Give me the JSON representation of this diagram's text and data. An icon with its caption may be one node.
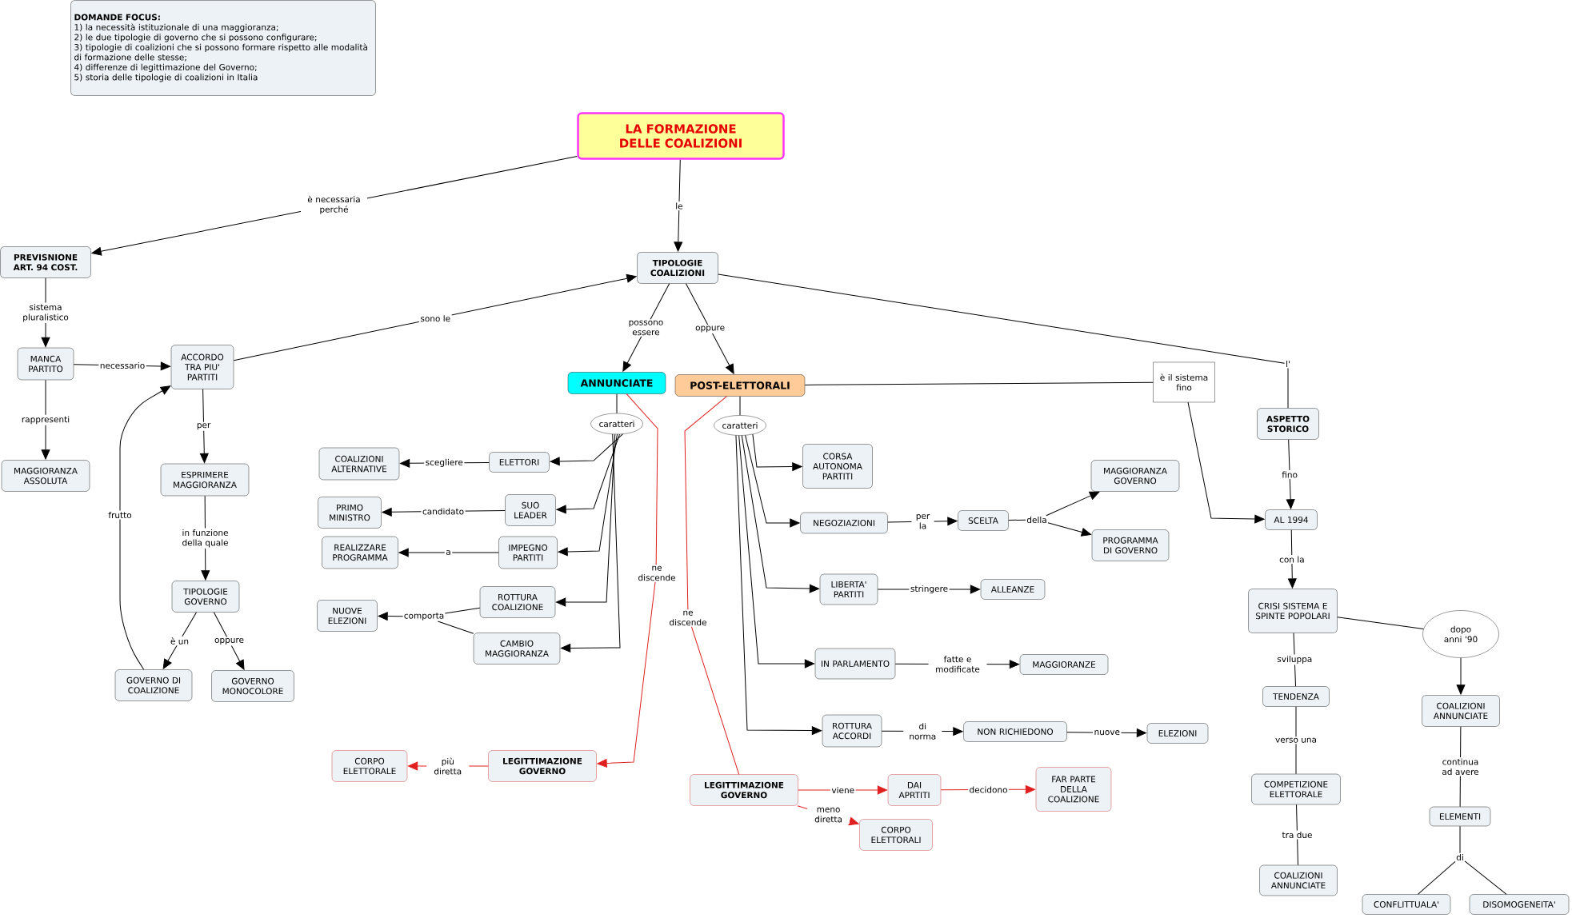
{
  "diagram": {
    "nodes": [
      {
        "text": [
          "DOMANDE FOCUS:",
          "1) la necessità istituzionale di una maggioranza;",
          "2) le due tipologie di governo che si possono configurare;",
          "3) tipologie di coalizioni che si possono formare rispetto alle modalità di formazione delle stesse;",
          "4) differenze di legittimazione del Governo;",
          "5) storia delle tipologie di coalizioni in Italia"
        ]
      },
      {
        "text": [
          "LA FORMAZIONE DELLE COALIZIONI"
        ]
      },
      {
        "text": [
          "PREVISNIONE ART. 94 COST."
        ]
      },
      {
        "text": [
          "TIPOLOGIE COALIZIONI"
        ]
      },
      {
        "text": [
          "MANCA PARTITO"
        ]
      },
      {
        "text": [
          "ACCORDO TRA PIU' PARTITI"
        ]
      },
      {
        "text": [
          "MAGGIORANZA ASSOLUTA"
        ]
      },
      {
        "text": [
          "ESPRIMERE MAGGIORANZA"
        ]
      },
      {
        "text": [
          "TIPOLOGIE GOVERNO"
        ]
      },
      {
        "text": [
          "GOVERNO DI COALIZIONE"
        ]
      },
      {
        "text": [
          "GOVERNO MONOCOLORE"
        ]
      },
      {
        "text": [
          "ANNUNCIATE"
        ]
      },
      {
        "text": [
          "POST-ELETTORALI"
        ]
      },
      {
        "text": [
          "è il sistema fino"
        ]
      },
      {
        "text": [
          "ASPETTO STORICO"
        ]
      },
      {
        "text": [
          "caratteri"
        ]
      },
      {
        "text": [
          "caratteri"
        ]
      },
      {
        "text": [
          "COALIZIONI ALTERNATIVE"
        ]
      },
      {
        "text": [
          "ELETTORI"
        ]
      },
      {
        "text": [
          "PRIMO MINISTRO"
        ]
      },
      {
        "text": [
          "SUO LEADER"
        ]
      },
      {
        "text": [
          "REALIZZARE PROGRAMMA"
        ]
      },
      {
        "text": [
          "IMPEGNO PARTITI"
        ]
      },
      {
        "text": [
          "ROTTURA COALIZIONE"
        ]
      },
      {
        "text": [
          "NUOVE ELEZIONI"
        ]
      },
      {
        "text": [
          "comporta"
        ]
      },
      {
        "text": [
          "CAMBIO MAGGIORANZA"
        ]
      },
      {
        "text": [
          "CORSA AUTONOMA PARTITI"
        ]
      },
      {
        "text": [
          "NEGOZIAZIONI"
        ]
      },
      {
        "text": [
          "SCELTA"
        ]
      },
      {
        "text": [
          "della"
        ]
      },
      {
        "text": [
          "MAGGIORANZA GOVERNO"
        ]
      },
      {
        "text": [
          "PROGRAMMA DI GOVERNO"
        ]
      },
      {
        "text": [
          "LIBERTA' PARTITI"
        ]
      },
      {
        "text": [
          "ALLEANZE"
        ]
      },
      {
        "text": [
          "IN PARLAMENTO"
        ]
      },
      {
        "text": [
          "MAGGIORANZE"
        ]
      },
      {
        "text": [
          "ROTTURA ACCORDI"
        ]
      },
      {
        "text": [
          "NON RICHIEDONO"
        ]
      },
      {
        "text": [
          "ELEZIONI"
        ]
      },
      {
        "text": [
          "AL 1994"
        ]
      },
      {
        "text": [
          "CRISI SISTEMA E SPINTE POPOLARI"
        ]
      },
      {
        "text": [
          "dopo anni '90"
        ]
      },
      {
        "text": [
          "TENDENZA"
        ]
      },
      {
        "text": [
          "COALIZIONI ANNUNCIATE"
        ]
      },
      {
        "text": [
          "COMPETIZIONE ELETTORALE"
        ]
      },
      {
        "text": [
          "ELEMENTI"
        ]
      },
      {
        "text": [
          "COALIZIONI ANNUNCIATE"
        ]
      },
      {
        "text": [
          "di"
        ]
      },
      {
        "text": [
          "CONFLITTUALA'"
        ]
      },
      {
        "text": [
          "DISOMOGENEITA'"
        ]
      },
      {
        "text": [
          "CORPO ELETTORALE"
        ]
      },
      {
        "text": [
          "LEGITTIMAZIONE GOVERNO"
        ]
      },
      {
        "text": [
          "LEGITTIMAZIONE GOVERNO"
        ]
      },
      {
        "text": [
          "DAI APRTITI"
        ]
      },
      {
        "text": [
          "FAR PARTE DELLA COALIZIONE"
        ]
      },
      {
        "text": [
          "CORPO ELETTORALI"
        ]
      }
    ],
    "edges": [
      {
        "from": 1,
        "to": 2,
        "arrow": "to",
        "label": "è necessaria perché"
      },
      {
        "from": 1,
        "to": 3,
        "arrow": "to",
        "label": "le"
      },
      {
        "from": 2,
        "to": 4,
        "arrow": "to",
        "label": "sistema pluralistico"
      },
      {
        "from": 4,
        "to": 5,
        "arrow": "to",
        "label": "necessario"
      },
      {
        "from": 4,
        "to": 6,
        "arrow": "to",
        "label": "rappresenti"
      },
      {
        "from": 5,
        "to": 3,
        "arrow": "to",
        "label": "sono le"
      },
      {
        "from": 5,
        "to": 7,
        "arrow": "to",
        "label": "per"
      },
      {
        "from": 7,
        "to": 8,
        "arrow": "to",
        "label": "in funzione della quale"
      },
      {
        "from": 8,
        "to": 9,
        "arrow": "to",
        "label": "è un"
      },
      {
        "from": 8,
        "to": 10,
        "arrow": "to",
        "label": "oppure"
      },
      {
        "from": 9,
        "to": 5,
        "arrow": "to",
        "label": "frutto"
      },
      {
        "from": 3,
        "to": 11,
        "arrow": "to",
        "label": "possono essere"
      },
      {
        "from": 3,
        "to": 12,
        "arrow": "to",
        "label": "oppure"
      },
      {
        "from": 3,
        "to": 14,
        "arrow": "none",
        "label": "l'"
      },
      {
        "from": 11,
        "to": 15,
        "arrow": "none"
      },
      {
        "from": 15,
        "to": 18,
        "arrow": "to"
      },
      {
        "from": 15,
        "to": 20,
        "arrow": "to"
      },
      {
        "from": 15,
        "to": 22,
        "arrow": "to"
      },
      {
        "from": 15,
        "to": 23,
        "arrow": "to"
      },
      {
        "from": 15,
        "to": 26,
        "arrow": "to"
      },
      {
        "from": 18,
        "to": 17,
        "arrow": "to",
        "label": "scegliere"
      },
      {
        "from": 20,
        "to": 19,
        "arrow": "to",
        "label": "candidato"
      },
      {
        "from": 22,
        "to": 21,
        "arrow": "to",
        "label": "a"
      },
      {
        "from": 23,
        "to": 25,
        "arrow": "none"
      },
      {
        "from": 26,
        "to": 25,
        "arrow": "none"
      },
      {
        "from": 25,
        "to": 24,
        "arrow": "to"
      },
      {
        "from": 11,
        "to": 52,
        "arrow": "to",
        "label": "ne discende",
        "color": "#e02020"
      },
      {
        "from": 52,
        "to": 51,
        "arrow": "to",
        "label": "più diretta",
        "color": "#e02020"
      },
      {
        "from": 12,
        "to": 16,
        "arrow": "none"
      },
      {
        "from": 16,
        "to": 27,
        "arrow": "to"
      },
      {
        "from": 16,
        "to": 28,
        "arrow": "to"
      },
      {
        "from": 16,
        "to": 33,
        "arrow": "to"
      },
      {
        "from": 16,
        "to": 35,
        "arrow": "to"
      },
      {
        "from": 16,
        "to": 37,
        "arrow": "to"
      },
      {
        "from": 28,
        "to": 29,
        "arrow": "to",
        "label": "per la"
      },
      {
        "from": 29,
        "to": 30,
        "arrow": "none"
      },
      {
        "from": 30,
        "to": 31,
        "arrow": "to"
      },
      {
        "from": 30,
        "to": 32,
        "arrow": "to"
      },
      {
        "from": 33,
        "to": 34,
        "arrow": "to",
        "label": "stringere"
      },
      {
        "from": 35,
        "to": 36,
        "arrow": "to",
        "label": "fatte e modificate"
      },
      {
        "from": 37,
        "to": 38,
        "arrow": "to",
        "label": "di norma"
      },
      {
        "from": 38,
        "to": 39,
        "arrow": "to",
        "label": "nuove"
      },
      {
        "from": 12,
        "to": 53,
        "arrow": "none",
        "label": "ne discende",
        "color": "#e02020"
      },
      {
        "from": 53,
        "to": 54,
        "arrow": "to",
        "label": "viene",
        "color": "#e02020"
      },
      {
        "from": 54,
        "to": 55,
        "arrow": "to",
        "label": "decidono",
        "color": "#e02020"
      },
      {
        "from": 53,
        "to": 56,
        "arrow": "to",
        "label": "meno diretta",
        "color": "#e02020"
      },
      {
        "from": 12,
        "to": 13,
        "arrow": "none"
      },
      {
        "from": 13,
        "to": 40,
        "arrow": "to"
      },
      {
        "from": 14,
        "to": 40,
        "arrow": "to",
        "label": "fino"
      },
      {
        "from": 40,
        "to": 41,
        "arrow": "to",
        "label": "con la"
      },
      {
        "from": 41,
        "to": 42,
        "arrow": "none"
      },
      {
        "from": 42,
        "to": 44,
        "arrow": "to"
      },
      {
        "from": 41,
        "to": 43,
        "arrow": "none",
        "label": "sviluppa"
      },
      {
        "from": 43,
        "to": 45,
        "arrow": "none",
        "label": "verso una"
      },
      {
        "from": 45,
        "to": 47,
        "arrow": "none",
        "label": "tra due"
      },
      {
        "from": 44,
        "to": 46,
        "arrow": "none",
        "label": "continua ad avere"
      },
      {
        "from": 46,
        "to": 48,
        "arrow": "none"
      },
      {
        "from": 48,
        "to": 49,
        "arrow": "none"
      },
      {
        "from": 48,
        "to": 50,
        "arrow": "none"
      }
    ]
  }
}
